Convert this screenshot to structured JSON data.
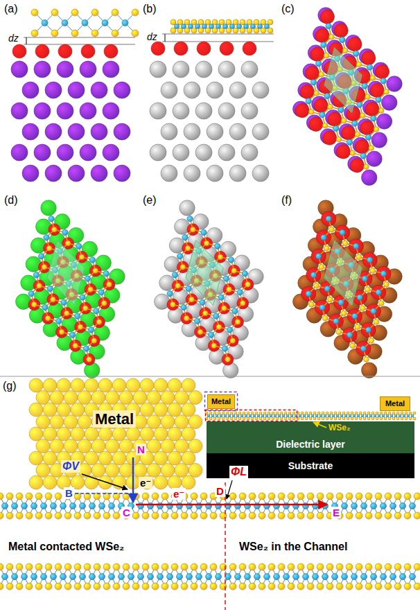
{
  "diagram": {
    "nodes": [
      {
        "text": [
          "Metal"
        ]
      },
      {
        "text": [
          "Metal"
        ]
      },
      {
        "text": [
          "Metal"
        ]
      },
      {
        "text": [
          "Dielectric layer"
        ]
      },
      {
        "text": [
          "Substrate"
        ]
      }
    ],
    "labels": [
      "(a)",
      "dz",
      "(b)",
      "dz",
      "(c)",
      "(d)",
      "(e)",
      "(f)",
      "(g)",
      "N",
      "ΦV",
      "B",
      "e⁻",
      "C",
      "D",
      "ΦL",
      "e⁻",
      "E",
      "Metal contacted WSe₂",
      "WSe₂ in the Channel",
      "WSe₂"
    ]
  }
}
